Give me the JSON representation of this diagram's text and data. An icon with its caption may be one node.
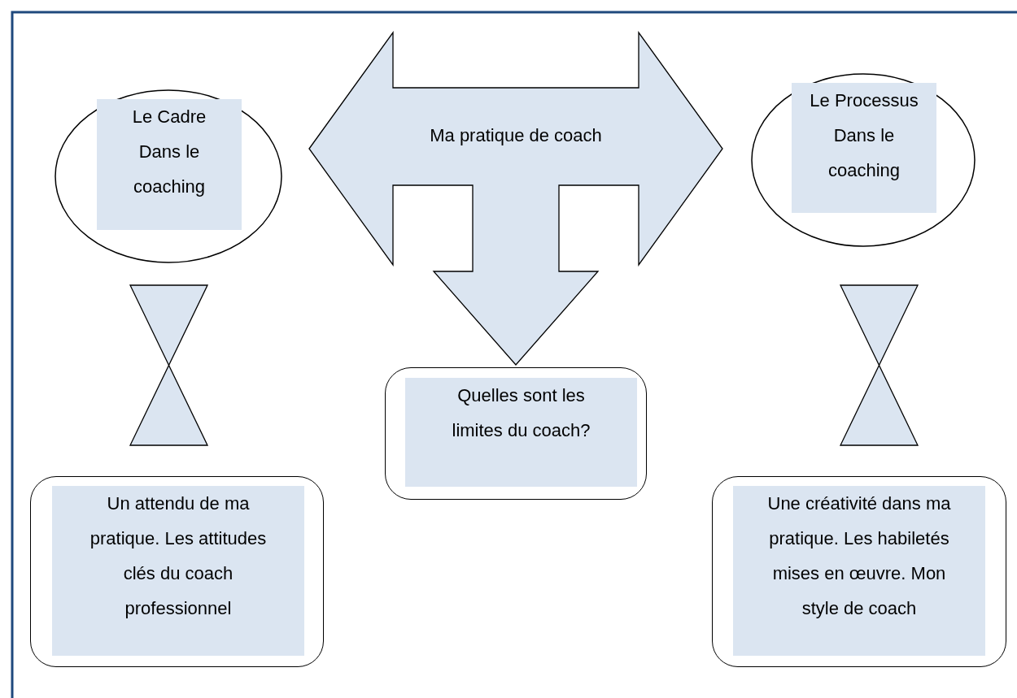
{
  "diagram": {
    "nodes": [
      {
        "text": [
          "Le Cadre Dans le coaching"
        ]
      },
      {
        "text": [
          "Le Processus Dans le coaching"
        ]
      },
      {
        "text": [],
        "shape": "hourglass"
      },
      {
        "text": [],
        "shape": "hourglass"
      },
      {
        "text": [
          "Quelles sont les limites du coach?"
        ]
      },
      {
        "text": [
          "Un attendu de ma pratique. Les attitudes clés du coach professionnel"
        ]
      },
      {
        "text": [
          "Une créativité dans ma pratique. Les habiletés mises en œuvre. Mon style de coach"
        ]
      }
    ],
    "edges": [
      {
        "from": 0,
        "to": 1,
        "arrow": "both",
        "label": "Ma pratique de coach",
        "style": "thick"
      },
      {
        "from": null,
        "to": 4,
        "arrow": "to",
        "style": "thick"
      }
    ]
  }
}
